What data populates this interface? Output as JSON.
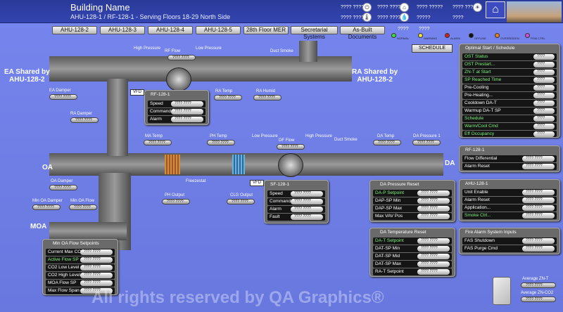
{
  "header": {
    "building": "Building Name",
    "subtitle": "AHU-128-1 / RF-128-1 - Serving Floors 18-29 North Side",
    "vals": [
      "???? ?????",
      "???? ?????",
      "???? ?????",
      "???? ?????",
      "???? ?????",
      "????",
      "???? ?????",
      "????",
      "?????",
      "????"
    ]
  },
  "nav": [
    "AHU-128-2",
    "AHU-128-3",
    "AHU-128-4",
    "AHU-128-5",
    "28th Floor MER",
    "Secretarial Systems",
    "As-Built Documents"
  ],
  "legend": [
    {
      "label": "NORMAL",
      "color": "#3cdc3c"
    },
    {
      "label": "WARNING",
      "color": "#f2e23c"
    },
    {
      "label": "ALARM",
      "color": "#d02020"
    },
    {
      "label": "OFFLINE",
      "color": "#111111"
    },
    {
      "label": "OVERRIDDEN",
      "color": "#e88020"
    },
    {
      "label": "PGM CTRL",
      "color": "#d050d0"
    }
  ],
  "schedule_button": "SCHEDULE",
  "areas": {
    "ea": "EA Shared by\nAHU-128-2",
    "ra": "RA Shared by\nAHU-128-2",
    "oa": "OA",
    "moa": "MOA",
    "da": "DA"
  },
  "sensors": {
    "high_pressure": "High Pressure",
    "rf_flow": "RF Flow",
    "low_pressure": "Low Pressure",
    "duct_smoke": "Duct Smoke",
    "ea_damper": "EA Damper",
    "ra_damper": "RA Damper",
    "ra_temp": "RA Temp",
    "ra_humid": "RA Humid",
    "ma_temp": "MA Temp",
    "ph_temp": "PH Temp",
    "low_pressure2": "Low Pressure",
    "df_flow": "DF Flow",
    "high_pressure2": "High Pressure",
    "duct_smoke2": "Duct Smoke",
    "da_temp": "DA Temp",
    "da_pressure": "DA Pressure 1",
    "oa_damper": "OA Damper",
    "freezestat": "Freezestat",
    "min_oa_damper": "Min OA Damper",
    "min_oa_flow": "Min OA Flow",
    "ph_output": "PH Output",
    "clg_output": "CLG Output",
    "val": "???? ????"
  },
  "vfd": "VFD",
  "rf": {
    "title": "RF-128-1",
    "rows": [
      {
        "l": "Speed",
        "v": "???? ????"
      },
      {
        "l": "Command",
        "v": "???? ????"
      },
      {
        "l": "Alarm",
        "v": "???? ????"
      }
    ]
  },
  "sf": {
    "title": "SF-128-1",
    "rows": [
      {
        "l": "Speed",
        "v": "???? ????"
      },
      {
        "l": "Command",
        "v": "???? ????"
      },
      {
        "l": "Alarm",
        "v": "???? ????"
      },
      {
        "l": "Fault",
        "v": "???? ????"
      }
    ]
  },
  "minoa": {
    "title": "Min OA Flow Setpoints",
    "rows": [
      {
        "l": "Current Max CO2",
        "v": "???? ????"
      },
      {
        "l": "Active Flow SP",
        "v": "???? ????",
        "g": true
      },
      {
        "l": "CO2 Low Level",
        "v": "???? ????"
      },
      {
        "l": "CO2 High Level",
        "v": "???? ????"
      },
      {
        "l": "MOA Flow SP",
        "v": "???? ????"
      },
      {
        "l": "Max Flow Span",
        "v": "???? ????"
      }
    ]
  },
  "dap": {
    "title": "DA Pressure Reset",
    "rows": [
      {
        "l": "DA-P Setpoint",
        "v": "???? ????",
        "g": true
      },
      {
        "l": "DAP-SP Min",
        "v": "???? ????"
      },
      {
        "l": "DAP-SP Max",
        "v": "???? ????"
      },
      {
        "l": "Max VAV Pos",
        "v": "???? ????"
      }
    ]
  },
  "dat": {
    "title": "DA Temperature Reset",
    "rows": [
      {
        "l": "DA-T Setpoint",
        "v": "???? ????",
        "g": true
      },
      {
        "l": "DAT-SP Min",
        "v": "???? ????"
      },
      {
        "l": "DAT-SP Mid",
        "v": "???? ????"
      },
      {
        "l": "DAT-SP Max",
        "v": "???? ????"
      },
      {
        "l": "RA-T Setpoint",
        "v": "???? ????"
      }
    ]
  },
  "opt": {
    "title": "Optimal Start / Schedule",
    "rows": [
      {
        "l": "OST Status",
        "v": "????",
        "g": true
      },
      {
        "l": "OST Prestart...",
        "v": "????",
        "g": true
      },
      {
        "l": "ZN-T at Start",
        "v": "????",
        "g": true
      },
      {
        "l": "SP Reached Time",
        "v": "????",
        "g": true
      },
      {
        "l": "Pre-Cooling",
        "v": "????"
      },
      {
        "l": "Pre-Heating...",
        "v": "????"
      },
      {
        "l": "Cooldown DA-T",
        "v": "????"
      },
      {
        "l": "Warmup DA-T SP",
        "v": "????"
      },
      {
        "l": "Schedule",
        "v": "????",
        "g": true
      },
      {
        "l": "Warm/Cool Cmd",
        "v": "????",
        "g": true
      },
      {
        "l": "Eff Occupancy",
        "v": "????",
        "g": true
      }
    ]
  },
  "rf2": {
    "title": "RF-128-1",
    "rows": [
      {
        "l": "Flow Differential",
        "v": "???? ????"
      },
      {
        "l": "Alarm Reset",
        "v": "???? ????"
      }
    ]
  },
  "ahu": {
    "title": "AHU-128-1",
    "rows": [
      {
        "l": "Unit Enable",
        "v": "???? ????"
      },
      {
        "l": "Alarm Reset",
        "v": "???? ????"
      },
      {
        "l": "Application...",
        "v": "???? ????"
      },
      {
        "l": "Smoke Ctrl...",
        "v": "???? ????",
        "g": true
      }
    ]
  },
  "fire": {
    "title": "Fire Alarm System Inputs",
    "rows": [
      {
        "l": "FAS Shutdown",
        "v": "???? ????"
      },
      {
        "l": "FAS Purge Cmd",
        "v": "???? ????"
      }
    ]
  },
  "avg": {
    "zn": "Average ZN-T",
    "co2": "Average ZN-CO2",
    "v": "???? ????"
  },
  "watermark": "All rights reserved by QA Graphics®"
}
